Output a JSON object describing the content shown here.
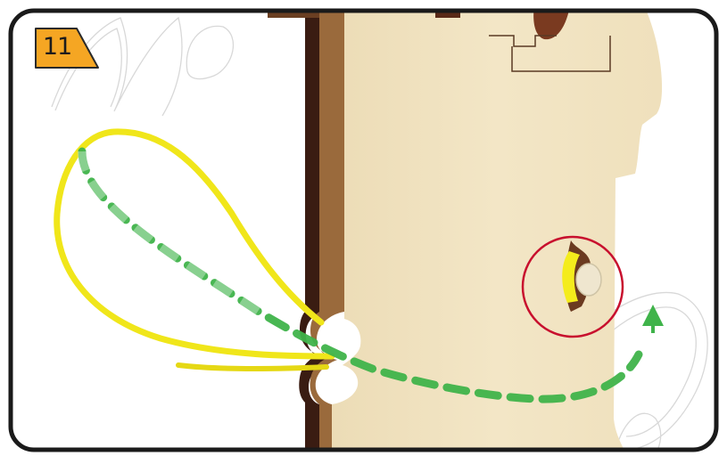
{
  "step": {
    "number": "11"
  },
  "colors": {
    "frame_border": "#1a1a1a",
    "badge_fill": "#f5a623",
    "badge_outline": "#2a2a2a",
    "wood_face": "#f0e2bf",
    "wood_edge": "#9a6a3c",
    "wood_dark_edge": "#3a1c12",
    "loop": "#f0e61a",
    "dashed_path": "#3fb34a",
    "highlight_circle": "#c8102e"
  },
  "icons": {
    "badge": "step-number-badge-shape",
    "arrow": "up-arrow-icon",
    "loop": "string-loop",
    "highlight": "highlight-circle"
  }
}
